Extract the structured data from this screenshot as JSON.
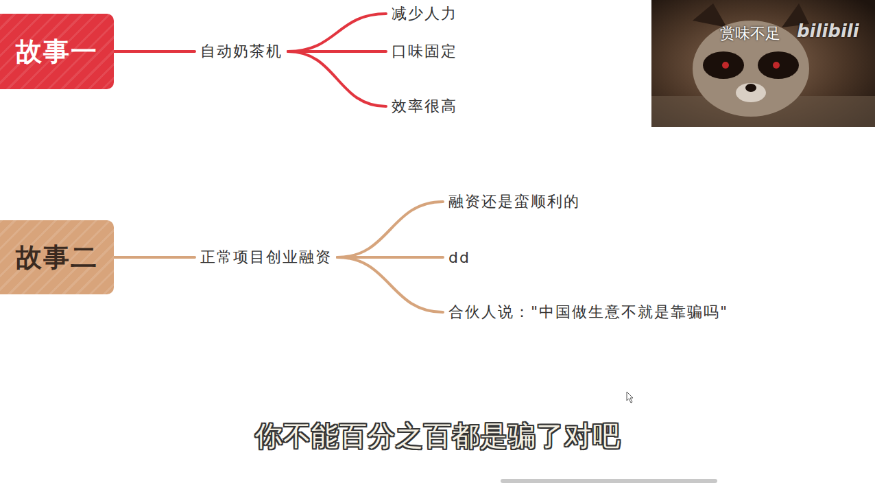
{
  "diagram": {
    "nodes": [
      {
        "text": [
          "故事一"
        ]
      },
      {
        "text": [
          "自动奶茶机"
        ]
      },
      {
        "text": [
          "减少人力"
        ]
      },
      {
        "text": [
          "口味固定"
        ]
      },
      {
        "text": [
          "效率很高"
        ]
      },
      {
        "text": [
          "故事二"
        ]
      },
      {
        "text": [
          "正常项目创业融资"
        ]
      },
      {
        "text": [
          "融资还是蛮顺利的"
        ]
      },
      {
        "text": [
          "dd"
        ]
      },
      {
        "text": [
          "合伙人说：\"中国做生意不就是靠骗吗\""
        ]
      }
    ],
    "edges": [
      {
        "from": 0,
        "to": 1,
        "arrow": "none"
      },
      {
        "from": 1,
        "to": 2,
        "arrow": "none"
      },
      {
        "from": 1,
        "to": 3,
        "arrow": "none"
      },
      {
        "from": 1,
        "to": 4,
        "arrow": "none"
      },
      {
        "from": 5,
        "to": 6,
        "arrow": "none"
      },
      {
        "from": 6,
        "to": 7,
        "arrow": "none"
      },
      {
        "from": 6,
        "to": 8,
        "arrow": "none"
      },
      {
        "from": 6,
        "to": 9,
        "arrow": "none"
      }
    ],
    "labels": [
      "你不能百分之百都是骗了对吧",
      "赏味不足",
      "bilibili"
    ]
  }
}
